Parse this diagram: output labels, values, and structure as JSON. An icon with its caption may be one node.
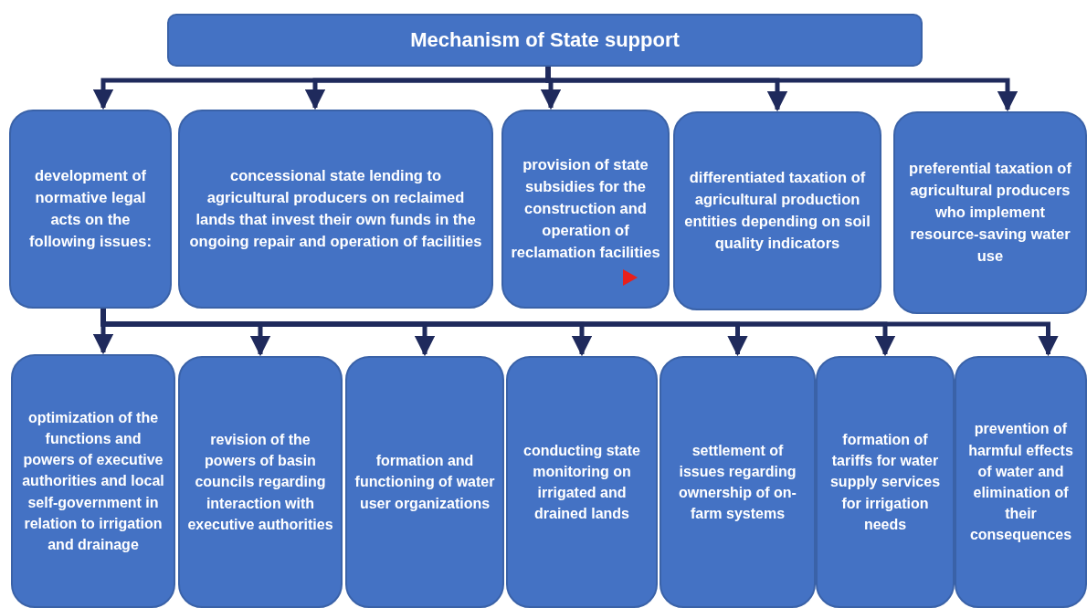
{
  "diagram": {
    "nodes": [
      {
        "text": [
          "Mechanism of State support"
        ]
      },
      {
        "text": [
          "development of normative legal acts on the following issues:"
        ]
      },
      {
        "text": [
          "concessional state lending to agricultural producers on reclaimed lands that invest their own funds in the ongoing repair and operation of facilities"
        ]
      },
      {
        "text": [
          "provision of state subsidies for the construction and operation of reclamation facilities"
        ]
      },
      {
        "text": [
          "differentiated taxation of agricultural production entities depending on soil quality indicators"
        ]
      },
      {
        "text": [
          "preferential taxation of agricultural producers who implement resource-saving water use"
        ]
      },
      {
        "text": [
          "optimization of the functions and powers of executive authorities and local self-government in relation to irrigation and drainage"
        ]
      },
      {
        "text": [
          "revision of the powers of basin councils regarding interaction with executive authorities"
        ]
      },
      {
        "text": [
          "formation and functioning of water user organizations"
        ]
      },
      {
        "text": [
          "conducting state monitoring on irrigated and drained lands"
        ]
      },
      {
        "text": [
          "settlement of issues regarding ownership of on-farm systems"
        ]
      },
      {
        "text": [
          "formation of tariffs for water supply services for irrigation needs"
        ]
      },
      {
        "text": [
          "prevention of harmful effects of water and elimination of their consequences"
        ]
      }
    ],
    "edges": [
      {
        "from": 0,
        "to": 1,
        "arrow": "to"
      },
      {
        "from": 0,
        "to": 2,
        "arrow": "to"
      },
      {
        "from": 0,
        "to": 3,
        "arrow": "to"
      },
      {
        "from": 0,
        "to": 4,
        "arrow": "to"
      },
      {
        "from": 0,
        "to": 5,
        "arrow": "to"
      },
      {
        "from": 1,
        "to": 6,
        "arrow": "to"
      },
      {
        "from": 1,
        "to": 7,
        "arrow": "to"
      },
      {
        "from": 1,
        "to": 8,
        "arrow": "to"
      },
      {
        "from": 1,
        "to": 9,
        "arrow": "to"
      },
      {
        "from": 1,
        "to": 10,
        "arrow": "to"
      },
      {
        "from": 1,
        "to": 11,
        "arrow": "to"
      },
      {
        "from": 1,
        "to": 12,
        "arrow": "to"
      }
    ]
  }
}
